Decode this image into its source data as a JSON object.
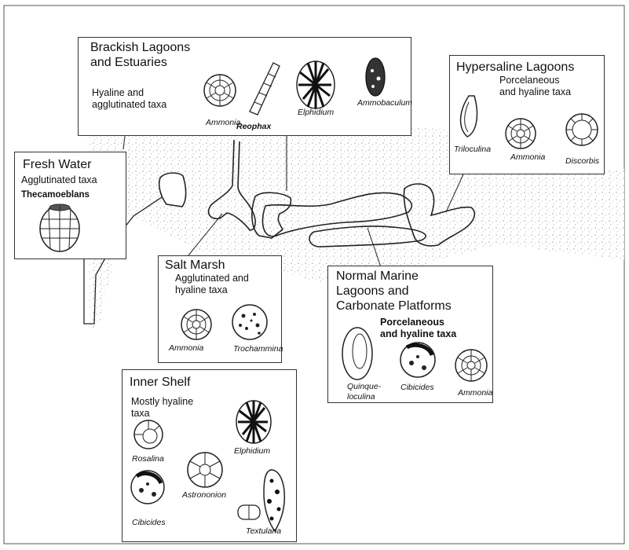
{
  "environments": {
    "brackish": {
      "title_line1": "Brackish Lagoons",
      "title_line2": "and Estuaries",
      "desc_line1": "Hyaline and",
      "desc_line2": "agglutinated taxa",
      "taxa": [
        "Ammonia",
        "Reophax",
        "Elphidium",
        "Ammobaculum"
      ]
    },
    "hypersaline": {
      "title": "Hypersaline Lagoons",
      "desc_line1": "Porcelaneous",
      "desc_line2": "and hyaline taxa",
      "taxa": [
        "Triloculina",
        "Ammonia",
        "Discorbis"
      ]
    },
    "freshwater": {
      "title": "Fresh Water",
      "desc": "Agglutinated taxa",
      "taxon": "Thecamoeblans"
    },
    "saltmarsh": {
      "title": "Salt Marsh",
      "desc_line1": "Agglutinated and",
      "desc_line2": "hyaline taxa",
      "taxa": [
        "Ammonia",
        "Trochammina"
      ]
    },
    "normalmarine": {
      "title_line1": "Normal Marine",
      "title_line2": "Lagoons and",
      "title_line3": "Carbonate Platforms",
      "desc_line1": "Porcelaneous",
      "desc_line2": "and hyaline taxa",
      "taxa": [
        "Quinque-",
        "loculina",
        "Cibicides",
        "Ammonia"
      ]
    },
    "innershelf": {
      "title": "Inner Shelf",
      "desc_line1": "Mostly hyaline",
      "desc_line2": "taxa",
      "taxa": [
        "Rosalina",
        "Elphidium",
        "Astrononion",
        "Cibicides",
        "Textularia"
      ]
    }
  }
}
